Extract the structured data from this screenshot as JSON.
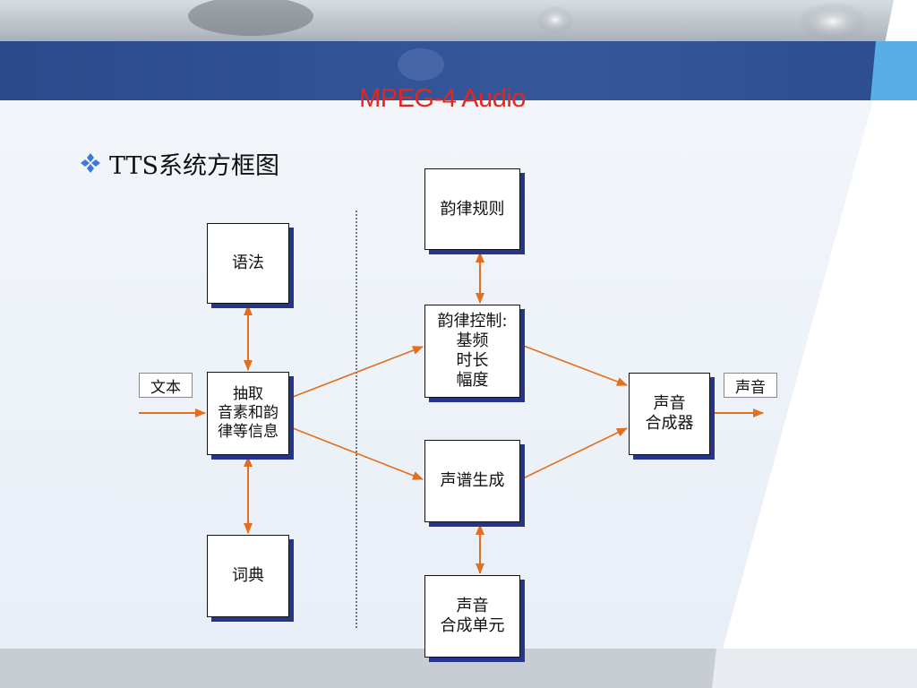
{
  "slide": {
    "title": "MPEG-4 Audio",
    "bullet": "TTS系统方框图",
    "colors": {
      "title": "#e8251a",
      "header_band": "#2f4e92",
      "arrow": "#e36f1e",
      "box_shadow": "#24358a",
      "background": "#eef3fb"
    }
  },
  "diagram": {
    "nodes": {
      "grammar": "语法",
      "extract": "抽取\n音素和韵\n律等信息",
      "dictionary": "词典",
      "prosody_rules": "韵律规则",
      "prosody_control": "韵律控制:\n基频\n时长\n幅度",
      "spectrum_gen": "声谱生成",
      "sound_units": "声音\n合成单元",
      "synthesizer": "声音\n合成器"
    },
    "labels": {
      "text_input": "文本",
      "sound_output": "声音"
    },
    "edges": [
      {
        "from": "text_input",
        "to": "extract"
      },
      {
        "from": "grammar",
        "to": "extract",
        "bidirectional": true
      },
      {
        "from": "dictionary",
        "to": "extract",
        "bidirectional": true
      },
      {
        "from": "extract",
        "to": "prosody_control"
      },
      {
        "from": "extract",
        "to": "spectrum_gen"
      },
      {
        "from": "prosody_rules",
        "to": "prosody_control",
        "bidirectional": true
      },
      {
        "from": "sound_units",
        "to": "spectrum_gen",
        "bidirectional": true
      },
      {
        "from": "prosody_control",
        "to": "synthesizer"
      },
      {
        "from": "spectrum_gen",
        "to": "synthesizer"
      },
      {
        "from": "synthesizer",
        "to": "sound_output"
      }
    ]
  }
}
